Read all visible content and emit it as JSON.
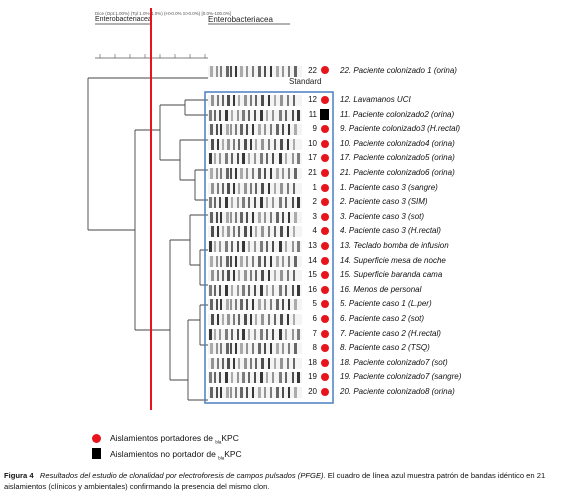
{
  "figure": {
    "scale_header": "Dice (Opt:1.00%) (Tol 1.0%-1.0%) (H>0.0% S>0.0%) [0.0%-100.0%]",
    "clade_label_left": "Enterobacteriacea",
    "clade_label_top": "Enterobacteriacea",
    "standard_label": "Standard",
    "standard_row": {
      "num": "22",
      "label": "22. Paciente colonizado 1 (orina)",
      "marker": "red-dot"
    },
    "rows": [
      {
        "num": "12",
        "label": "12. Lavamanos UCI",
        "marker": "red-dot"
      },
      {
        "num": "11",
        "label": "11. Paciente colonizado2 (orina)",
        "marker": "black-square"
      },
      {
        "num": "9",
        "label": "9. Paciente colonizado3 (H.rectal)",
        "marker": "red-dot"
      },
      {
        "num": "10",
        "label": "10. Paciente colonizado4 (orina)",
        "marker": "red-dot"
      },
      {
        "num": "17",
        "label": "17. Paciente colonizado5 (orina)",
        "marker": "red-dot"
      },
      {
        "num": "21",
        "label": "21. Paciente colonizado6 (orina)",
        "marker": "red-dot"
      },
      {
        "num": "1",
        "label": "1. Paciente caso 3 (sangre)",
        "marker": "red-dot"
      },
      {
        "num": "2",
        "label": "2. Paciente caso 3 (SIM)",
        "marker": "red-dot"
      },
      {
        "num": "3",
        "label": "3. Paciente caso 3 (sot)",
        "marker": "red-dot"
      },
      {
        "num": "4",
        "label": "4. Paciente caso 3 (H.rectal)",
        "marker": "red-dot"
      },
      {
        "num": "13",
        "label": "13. Teclado bomba de infusion",
        "marker": "red-dot"
      },
      {
        "num": "14",
        "label": "14. Superficie mesa de noche",
        "marker": "red-dot"
      },
      {
        "num": "15",
        "label": "15. Superficie baranda cama",
        "marker": "red-dot"
      },
      {
        "num": "16",
        "label": "16. Menos de personal",
        "marker": "red-dot"
      },
      {
        "num": "5",
        "label": "5. Paciente caso 1 (L.per)",
        "marker": "red-dot"
      },
      {
        "num": "6",
        "label": "6. Paciente caso 2 (sot)",
        "marker": "red-dot"
      },
      {
        "num": "7",
        "label": "7. Paciente caso 2 (H.rectal)",
        "marker": "red-dot"
      },
      {
        "num": "8",
        "label": "8. Paciente caso 2 (TSQ)",
        "marker": "red-dot"
      },
      {
        "num": "18",
        "label": "18. Paciente colonizado7 (sot)",
        "marker": "red-dot"
      },
      {
        "num": "19",
        "label": "19. Paciente colonizado7 (sangre)",
        "marker": "red-dot"
      },
      {
        "num": "20",
        "label": "20. Paciente colonizado8 (orina)",
        "marker": "red-dot"
      }
    ],
    "legend": {
      "dot_prefix": "Aislamientos portadores de ",
      "square_prefix": "Aislamientos no portador de ",
      "sub": "bla",
      "suffix": "KPC"
    },
    "colors": {
      "cutoff_line": "#e8141c",
      "cluster_box": "#4a7fc1",
      "dot": "#e8141c"
    }
  },
  "caption": {
    "label": "Figura 4",
    "title": "Resultados del estudio de clonalidad por electroforesis de campos pulsados (PFGE).",
    "text": " El cuadro de línea azul muestra patrón de bandas idéntico en 21 aislamientos (clínicos y ambientales) confirmando la presencia del mismo clon."
  }
}
